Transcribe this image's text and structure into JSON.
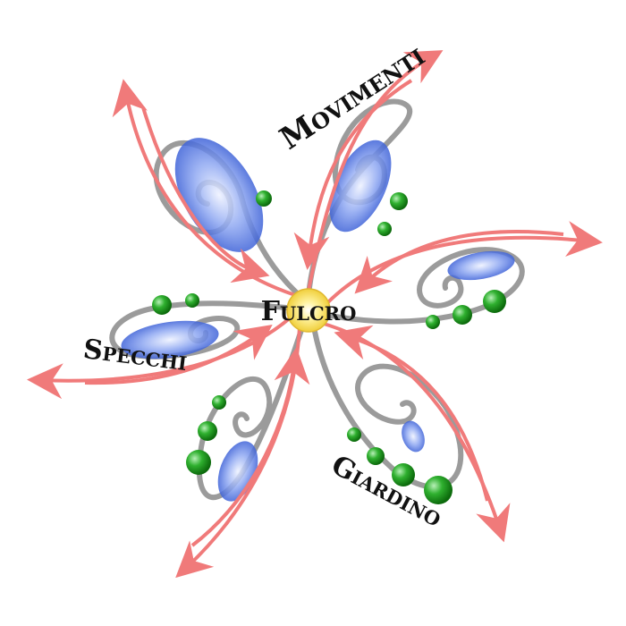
{
  "labels": {
    "center": "Fulcro",
    "top": "Movimenti",
    "left": "Specchi",
    "bottom": "Giardino"
  },
  "colors": {
    "spiral": "#8a8a8a",
    "arrow": "#f07a7a",
    "blob": "#5b7fe8",
    "bead": "#1f9a1f",
    "center": "#f5e56a"
  }
}
